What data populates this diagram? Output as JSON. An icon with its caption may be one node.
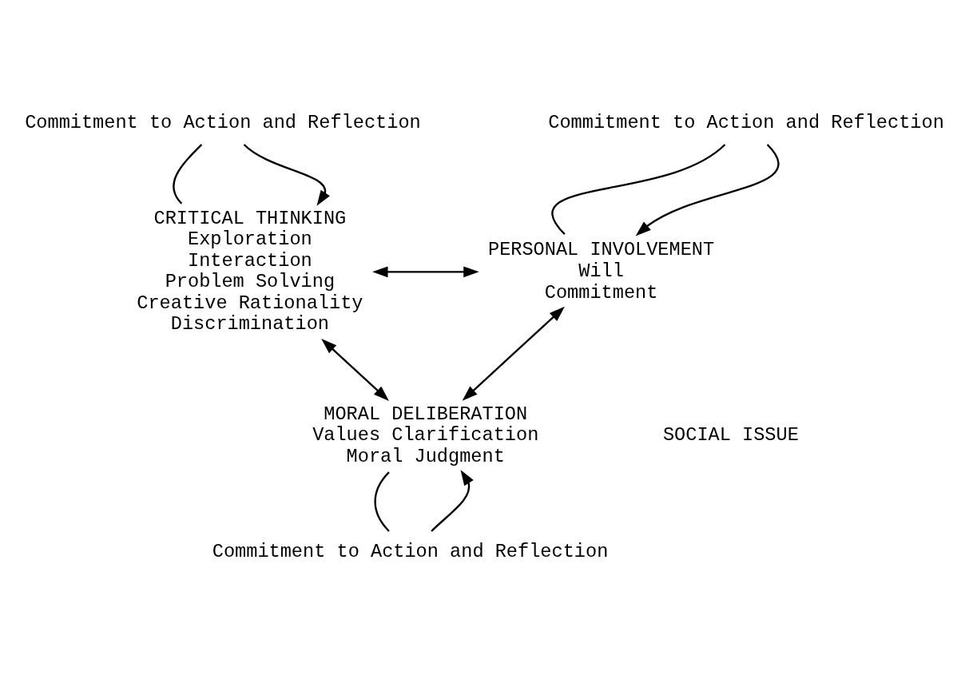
{
  "diagram": {
    "nodes": [
      {
        "text": [
          "CRITICAL THINKING",
          "Exploration",
          "Interaction",
          "Problem Solving",
          "Creative Rationality",
          "Discrimination"
        ]
      },
      {
        "text": [
          "Commitment to Action and Reflection"
        ]
      },
      {
        "text": [
          "PERSONAL INVOLVEMENT",
          "Will",
          "Commitment"
        ]
      },
      {
        "text": [
          "Commitment to Action and Reflection"
        ]
      },
      {
        "text": [
          "MORAL DELIBERATION",
          "Values Clarification",
          "Moral Judgment"
        ]
      },
      {
        "text": [
          "Commitment to Action and Reflection"
        ]
      }
    ],
    "edges": [
      {
        "from": 0,
        "to": 1,
        "arrow": "none"
      },
      {
        "from": 1,
        "to": 0,
        "arrow": "to"
      },
      {
        "from": 2,
        "to": 3,
        "arrow": "none"
      },
      {
        "from": 3,
        "to": 2,
        "arrow": "to"
      },
      {
        "from": 0,
        "to": 2,
        "arrow": "both"
      },
      {
        "from": 0,
        "to": 4,
        "arrow": "both"
      },
      {
        "from": 2,
        "to": 4,
        "arrow": "both"
      },
      {
        "from": 4,
        "to": 5,
        "arrow": "none"
      },
      {
        "from": 5,
        "to": 4,
        "arrow": "to"
      }
    ],
    "labels": [
      "SOCIAL ISSUE"
    ]
  }
}
